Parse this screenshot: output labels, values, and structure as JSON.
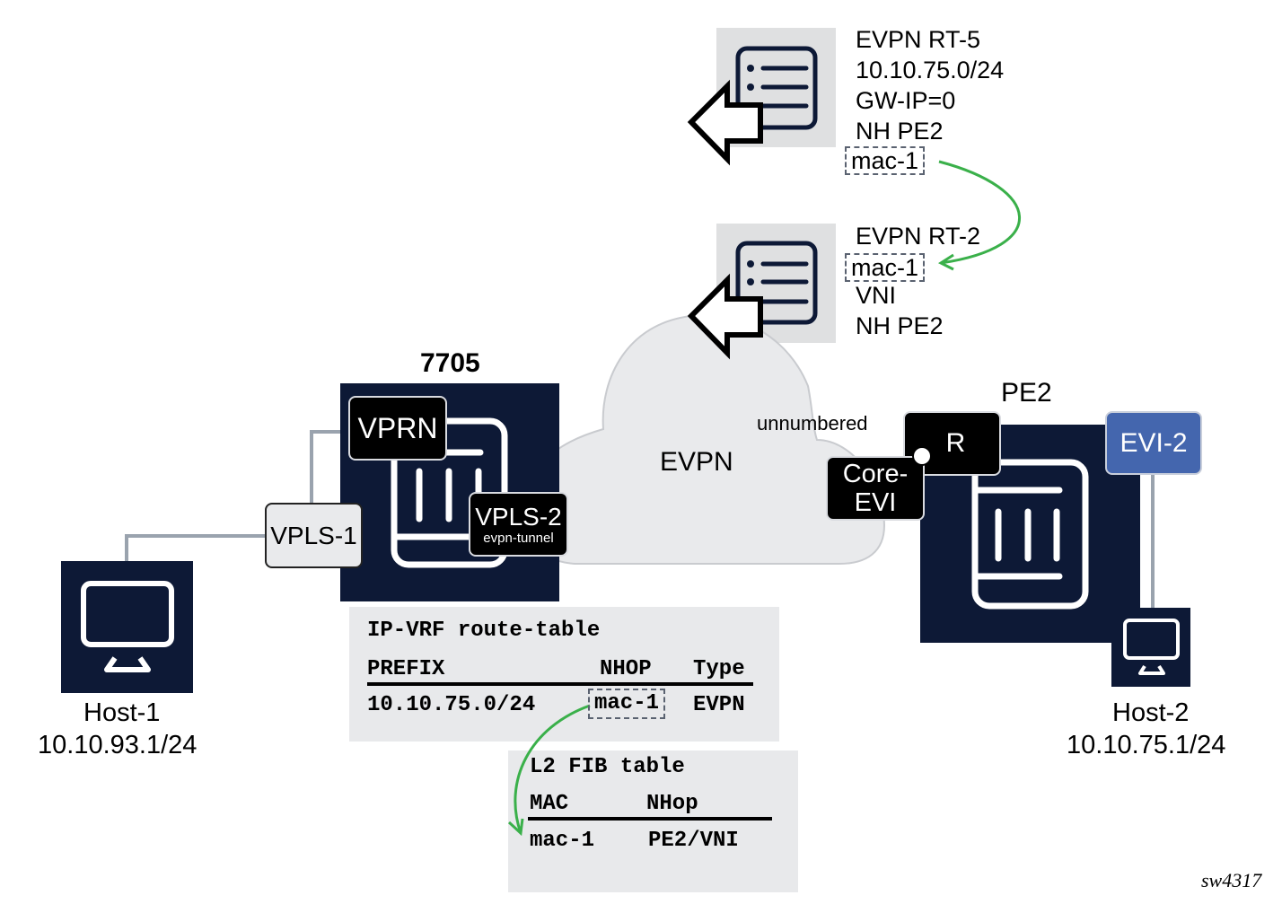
{
  "colors": {
    "device_navy": "#0d1936",
    "chip_black": "#000000",
    "evi2_blue": "#4466ae",
    "cloud_fill": "#e9eaec",
    "panel_gray": "#dfe0e1",
    "link_gray": "#9aa3ae",
    "arrow_green": "#3ab04a",
    "dash_gray": "#5a6270"
  },
  "routes": {
    "rt5": {
      "icon": "route-list-icon",
      "lines": [
        "EVPN RT-5",
        "10.10.75.0/24",
        "GW-IP=0",
        "NH PE2"
      ],
      "mac": "mac-1"
    },
    "rt2": {
      "icon": "route-list-icon",
      "title": "EVPN RT-2",
      "mac": "mac-1",
      "lines_after": [
        "VNI",
        "NH PE2"
      ]
    }
  },
  "nodes": {
    "router_7705": {
      "label": "7705",
      "vprn": "VPRN",
      "vpls2": "VPLS-2",
      "vpls2_sub": "evpn-tunnel"
    },
    "vpls1": {
      "label": "VPLS-1"
    },
    "cloud": {
      "label": "EVPN",
      "annotation": "unnumbered"
    },
    "pe2": {
      "label": "PE2",
      "r": "R",
      "core_evi": [
        "Core-",
        "EVI"
      ],
      "evi2": "EVI-2"
    },
    "host1": {
      "name": "Host-1",
      "ip": "10.10.93.1/24"
    },
    "host2": {
      "name": "Host-2",
      "ip": "10.10.75.1/24"
    }
  },
  "ip_vrf_table": {
    "title": "IP-VRF route-table",
    "columns": [
      "PREFIX",
      "NHOP",
      "Type"
    ],
    "rows": [
      [
        "10.10.75.0/24",
        "mac-1",
        "EVPN"
      ]
    ]
  },
  "l2_fib_table": {
    "title": "L2 FIB table",
    "columns": [
      "MAC",
      "NHop"
    ],
    "rows": [
      [
        "mac-1",
        "PE2/VNI"
      ]
    ]
  },
  "figure_id": "sw4317"
}
